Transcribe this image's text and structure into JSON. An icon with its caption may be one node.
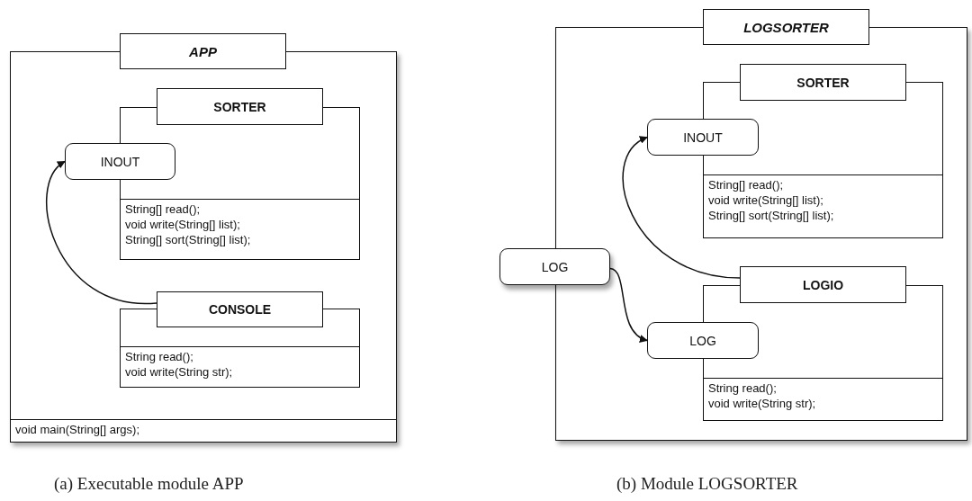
{
  "diagram": {
    "nodes": [
      {
        "text": [
          "APP",
          "void main(String[] args);"
        ]
      },
      {
        "text": [
          "SORTER",
          "String[] read();",
          "void write(String[] list);",
          "String[] sort(String[] list);"
        ],
        "in": 0
      },
      {
        "text": [
          "INOUT"
        ],
        "in": 0
      },
      {
        "text": [
          "CONSOLE",
          "String read();",
          "void write(String str);"
        ],
        "in": 0
      },
      {
        "text": [
          "LOGSORTER"
        ]
      },
      {
        "text": [
          "SORTER",
          "String[] read();",
          "void write(String[] list);",
          "String[] sort(String[] list);"
        ],
        "in": 4
      },
      {
        "text": [
          "INOUT"
        ],
        "in": 4
      },
      {
        "text": [
          "LOGIO",
          "String read();",
          "void write(String str);"
        ],
        "in": 4
      },
      {
        "text": [
          "LOG"
        ]
      },
      {
        "text": [
          "LOG"
        ],
        "in": 4
      }
    ],
    "edges": [
      {
        "from": 3,
        "to": 2,
        "arrow": "to"
      },
      {
        "from": 7,
        "to": 6,
        "arrow": "to"
      },
      {
        "from": 8,
        "to": 9,
        "arrow": "to"
      }
    ],
    "labels": [
      "(a) Executable module APP",
      "(b) Module LOGSORTER"
    ]
  }
}
